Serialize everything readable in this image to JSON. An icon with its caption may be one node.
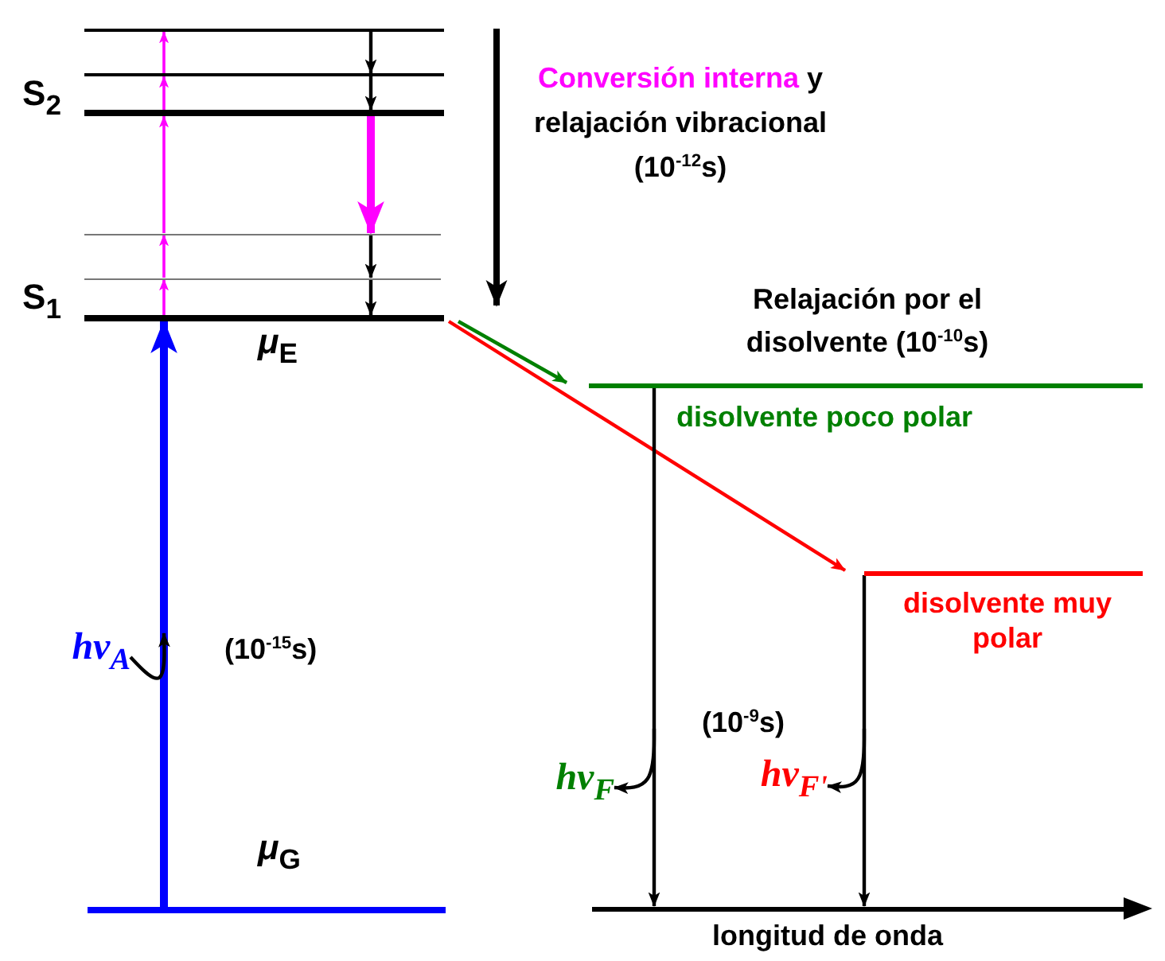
{
  "diagram": {
    "nodes": [
      {
        "text": [],
        "shape": "bar"
      },
      {
        "text": [],
        "shape": "bar"
      },
      {
        "text": [
          "S$_{2}$"
        ]
      },
      {
        "text": [],
        "shape": "bar"
      },
      {
        "text": [],
        "shape": "bar"
      },
      {
        "text": [
          "S$_{1}$",
          "*μ*$_{E}$"
        ]
      },
      {
        "text": [
          "disolvente poco polar"
        ]
      },
      {
        "text": [
          "disolvente muy polar"
        ]
      },
      {
        "text": [
          "hν$_{A}$"
        ]
      },
      {
        "text": [
          "hν$_{F}$"
        ]
      },
      {
        "text": [
          "hν$_{F'}$"
        ]
      },
      {
        "text": [
          "*μ*$_{G}$"
        ]
      },
      {
        "text": [
          "longitud de onda"
        ]
      }
    ],
    "edges": [
      {
        "from": 5,
        "to": 4,
        "arrow": "to",
        "color": "#ff00ff"
      },
      {
        "from": 4,
        "to": 3,
        "arrow": "to",
        "color": "#ff00ff"
      },
      {
        "from": 3,
        "to": 2,
        "arrow": "to",
        "color": "#ff00ff"
      },
      {
        "from": 2,
        "to": 1,
        "arrow": "to",
        "color": "#ff00ff"
      },
      {
        "from": 1,
        "to": 0,
        "arrow": "to",
        "color": "#ff00ff"
      },
      {
        "from": 11,
        "to": 5,
        "arrow": "to",
        "style": "thick",
        "color": "#0000ff"
      },
      {
        "from": 0,
        "to": 1,
        "arrow": "to"
      },
      {
        "from": 1,
        "to": 2,
        "arrow": "to"
      },
      {
        "from": 2,
        "to": 3,
        "arrow": "to",
        "style": "thick",
        "color": "#ff00ff"
      },
      {
        "from": 3,
        "to": 4,
        "arrow": "to"
      },
      {
        "from": 4,
        "to": 5,
        "arrow": "to"
      },
      {
        "from": 5,
        "to": 6,
        "arrow": "to",
        "color": "#008000"
      },
      {
        "from": 5,
        "to": 7,
        "arrow": "to",
        "color": "#ff0000"
      },
      {
        "from": 6,
        "to": 12,
        "arrow": "to"
      },
      {
        "from": 7,
        "to": 12,
        "arrow": "to"
      },
      {
        "from": 8,
        "to": null,
        "arrow": "to"
      },
      {
        "from": null,
        "to": 9,
        "arrow": "to"
      },
      {
        "from": null,
        "to": 10,
        "arrow": "to"
      }
    ],
    "labels": [
      "Conversión interna",
      "y relajación vibracional (10$^{-12}$s)",
      "Relajación por el disolvente (10$^{-10}$s)",
      "(10$^{-15}$s)",
      "(10$^{-9}$s)"
    ]
  }
}
